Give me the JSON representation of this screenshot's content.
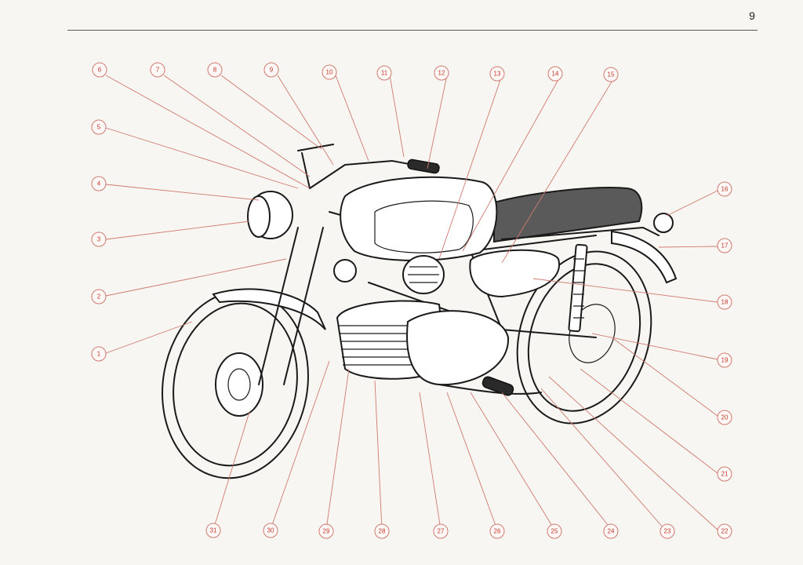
{
  "page": {
    "number": "9"
  },
  "diagram": {
    "subject": "motorcycle",
    "callouts": [
      {
        "id": 1,
        "label": "1"
      },
      {
        "id": 2,
        "label": "2"
      },
      {
        "id": 3,
        "label": "3"
      },
      {
        "id": 4,
        "label": "4"
      },
      {
        "id": 5,
        "label": "5"
      },
      {
        "id": 6,
        "label": "6"
      },
      {
        "id": 7,
        "label": "7"
      },
      {
        "id": 8,
        "label": "8"
      },
      {
        "id": 9,
        "label": "9"
      },
      {
        "id": 10,
        "label": "10"
      },
      {
        "id": 11,
        "label": "11"
      },
      {
        "id": 12,
        "label": "12"
      },
      {
        "id": 13,
        "label": "13"
      },
      {
        "id": 14,
        "label": "14"
      },
      {
        "id": 15,
        "label": "15"
      },
      {
        "id": 16,
        "label": "16"
      },
      {
        "id": 17,
        "label": "17"
      },
      {
        "id": 18,
        "label": "18"
      },
      {
        "id": 19,
        "label": "19"
      },
      {
        "id": 20,
        "label": "20"
      },
      {
        "id": 21,
        "label": "21"
      },
      {
        "id": 22,
        "label": "22"
      },
      {
        "id": 23,
        "label": "23"
      },
      {
        "id": 24,
        "label": "24"
      },
      {
        "id": 25,
        "label": "25"
      },
      {
        "id": 26,
        "label": "26"
      },
      {
        "id": 27,
        "label": "27"
      },
      {
        "id": 28,
        "label": "28"
      },
      {
        "id": 29,
        "label": "29"
      },
      {
        "id": 30,
        "label": "30"
      },
      {
        "id": 31,
        "label": "31"
      }
    ],
    "colors": {
      "callout": "#c0392b",
      "leader": "#d07a6f",
      "ink": "#1a1a1a"
    }
  }
}
